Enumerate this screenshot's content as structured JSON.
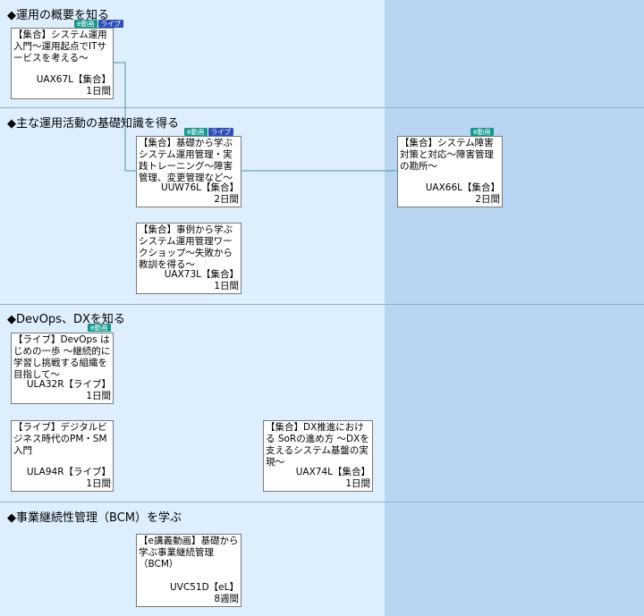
{
  "sections": [
    {
      "title": "◆運用の概要を知る"
    },
    {
      "title": "◆主な運用活動の基礎知識を得る"
    },
    {
      "title": "◆DevOps、DXを知る"
    },
    {
      "title": "◆事業継続性管理（BCM）を学ぶ"
    }
  ],
  "badge_labels": {
    "edouga": "e動画",
    "live": "ライブ"
  },
  "courses": [
    {
      "title": "【集合】システム運用入門～運用起点でITサービスを考える～",
      "code": "UAX67L【集合】",
      "duration": "1日間"
    },
    {
      "title": "【集合】基礎から学ぶシステム運用管理・実践トレーニング～障害管理、変更管理など～",
      "code": "UUW76L【集合】",
      "duration": "2日間"
    },
    {
      "title": "【集合】システム障害対策と対応～障害管理の勘所～",
      "code": "UAX66L【集合】",
      "duration": "2日間"
    },
    {
      "title": "【集合】事例から学ぶシステム運用管理ワークショップ～失敗から教訓を得る～",
      "code": "UAX73L【集合】",
      "duration": "1日間"
    },
    {
      "title": "【ライブ】DevOps はじめの一歩 ～継続的に学習し挑戦する組織を目指して～",
      "code": "ULA32R【ライブ】",
      "duration": "1日間"
    },
    {
      "title": "【ライブ】デジタルビジネス時代のPM・SM入門",
      "code": "ULA94R【ライブ】",
      "duration": "1日間"
    },
    {
      "title": "【集合】DX推進における SoRの進め方 ～DXを支えるシステム基盤の実現～",
      "code": "UAX74L【集合】",
      "duration": "1日間"
    },
    {
      "title": "【e講義動画】基礎から学ぶ事業継続管理（BCM）",
      "code": "UVC51D【eL】",
      "duration": "8週間"
    }
  ],
  "colors": {
    "left_bg": "#ddeefc",
    "right_bg": "#b9d5f3",
    "badge_e": "#139a8d",
    "badge_live": "#2f4fbe",
    "connector": "#4a9a9a"
  }
}
